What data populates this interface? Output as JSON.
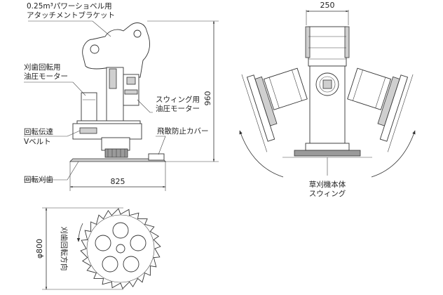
{
  "side_view": {
    "bracket_label_line1": "0.25m³パワーショベル用",
    "bracket_label_line2": "アタッチメントブラケット",
    "cutter_motor_line1": "刈歯回転用",
    "cutter_motor_line2": "油圧モーター",
    "swing_motor_line1": "スウィング用",
    "swing_motor_line2": "油圧モーター",
    "vbelt_line1": "回転伝達",
    "vbelt_line2": "Vベルト",
    "scatter_cover": "飛散防止カバー",
    "cutter_blade": "回転刈歯",
    "height_dim": "960",
    "width_dim": "825"
  },
  "front_view": {
    "width_dim": "250",
    "swing_line1": "草刈機本体",
    "swing_line2": "スウィング"
  },
  "blade_view": {
    "diameter_dim": "φ800",
    "rotation_label": "刈歯回転方向"
  }
}
